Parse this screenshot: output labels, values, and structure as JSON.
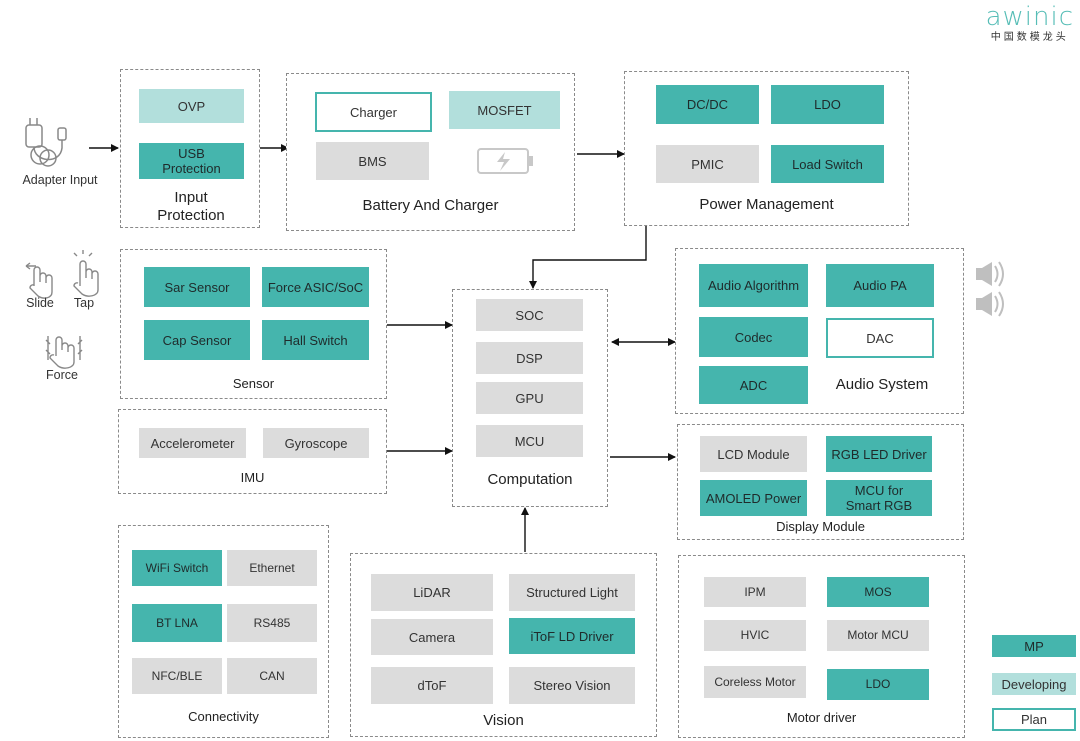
{
  "logo": {
    "brand": "awinic",
    "subtitle": "中国数模龙头"
  },
  "inputs": {
    "adapter": "Adapter Input",
    "slide": "Slide",
    "tap": "Tap",
    "force": "Force"
  },
  "input_protection": {
    "title": "Input Protection",
    "ovp": "OVP",
    "usb": "USB Protection"
  },
  "battery": {
    "title": "Battery And Charger",
    "charger": "Charger",
    "mosfet": "MOSFET",
    "bms": "BMS"
  },
  "power": {
    "title": "Power Management",
    "dcdc": "DC/DC",
    "ldo": "LDO",
    "pmic": "PMIC",
    "load_switch": "Load Switch"
  },
  "sensor": {
    "title": "Sensor",
    "sar": "Sar Sensor",
    "force_asic": "Force ASIC/SoC",
    "cap": "Cap Sensor",
    "hall": "Hall Switch"
  },
  "imu": {
    "title": "IMU",
    "accel": "Accelerometer",
    "gyro": "Gyroscope"
  },
  "computation": {
    "title": "Computation",
    "soc": "SOC",
    "dsp": "DSP",
    "gpu": "GPU",
    "mcu": "MCU"
  },
  "audio": {
    "title": "Audio System",
    "algorithm": "Audio Algorithm",
    "pa": "Audio PA",
    "codec": "Codec",
    "dac": "DAC",
    "adc": "ADC"
  },
  "display": {
    "title": "Display Module",
    "lcd": "LCD Module",
    "rgb_led": "RGB LED Driver",
    "amoled": "AMOLED Power",
    "mcu_rgb": "MCU for Smart RGB"
  },
  "connectivity": {
    "title": "Connectivity",
    "wifi": "WiFi Switch",
    "ethernet": "Ethernet",
    "bt": "BT LNA",
    "rs485": "RS485",
    "nfc": "NFC/BLE",
    "can": "CAN"
  },
  "vision": {
    "title": "Vision",
    "lidar": "LiDAR",
    "structured": "Structured Light",
    "camera": "Camera",
    "itof": "iToF LD Driver",
    "dtof": "dToF",
    "stereo": "Stereo Vision"
  },
  "motor": {
    "title": "Motor driver",
    "ipm": "IPM",
    "mos": "MOS",
    "hvic": "HVIC",
    "motor_mcu": "Motor MCU",
    "coreless": "Coreless Motor",
    "ldo": "LDO"
  },
  "legend": {
    "mp": "MP",
    "developing": "Developing",
    "plan": "Plan"
  },
  "colors": {
    "mp": "#45b5ad",
    "developing": "#b2dfdc",
    "plan_border": "#45b5ad",
    "gray": "#dcdcdc"
  }
}
